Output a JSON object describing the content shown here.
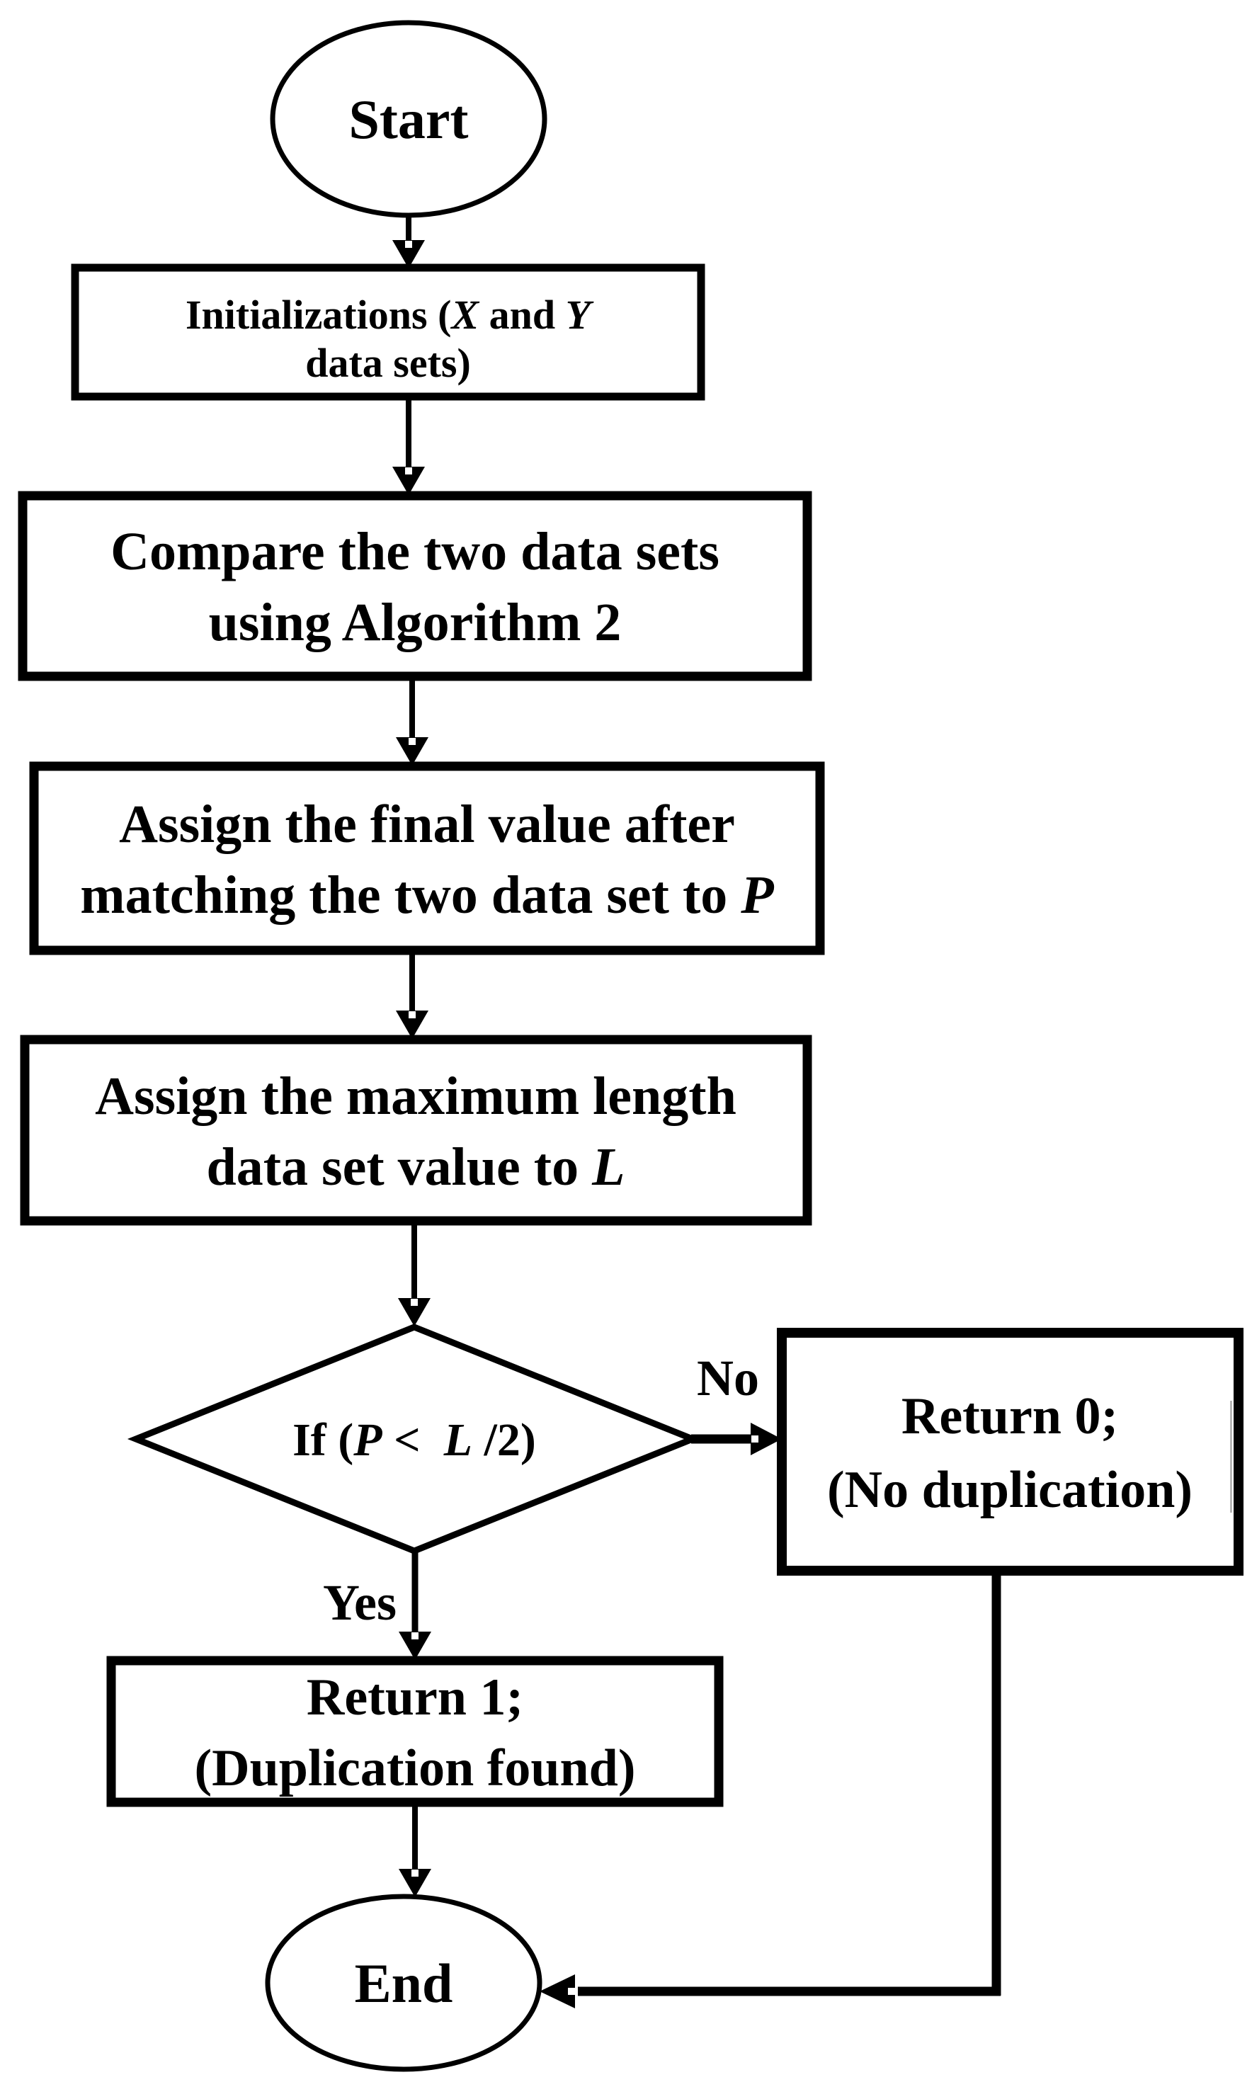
{
  "colors": {
    "background": "#ffffff",
    "ink": "#000000"
  },
  "nodes": {
    "start": {
      "label": "Start"
    },
    "init": {
      "l1s1": "Initializations (",
      "l1v1": "X",
      "l1s2": " and ",
      "l1v2": "Y",
      "line2": "data sets)"
    },
    "compare": {
      "line1": "Compare the two data sets",
      "line2": "using Algorithm 2"
    },
    "assign_p": {
      "line1": "Assign the final value after",
      "l2s1": "matching the two data set to ",
      "l2v1": "P"
    },
    "assign_l": {
      "line1": "Assign the maximum length",
      "l2s1": "data set value to ",
      "l2v1": "L"
    },
    "decision": {
      "s1": "If (",
      "v1": "P",
      "s2": " <  ",
      "v2": "L",
      "s3": " /2)"
    },
    "return0": {
      "line1": "Return 0;",
      "line2": "(No duplication)"
    },
    "return1": {
      "line1": "Return 1;",
      "line2": "(Duplication found)"
    },
    "end": {
      "label": "End"
    }
  },
  "labels": {
    "no": "No",
    "yes": "Yes"
  }
}
